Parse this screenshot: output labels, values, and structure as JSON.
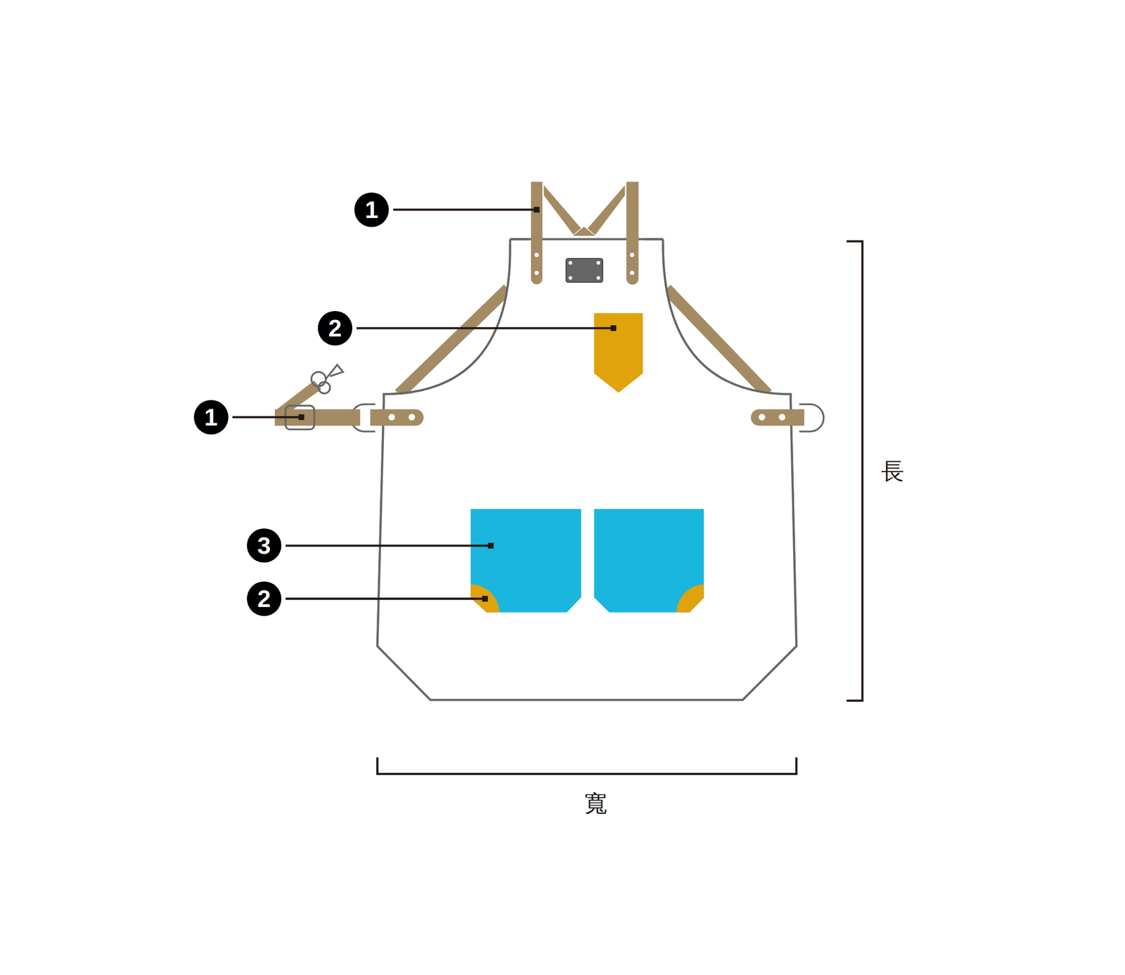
{
  "diagram": {
    "labels": [
      "1",
      "2",
      "1",
      "3",
      "2",
      "長",
      "寬"
    ]
  }
}
